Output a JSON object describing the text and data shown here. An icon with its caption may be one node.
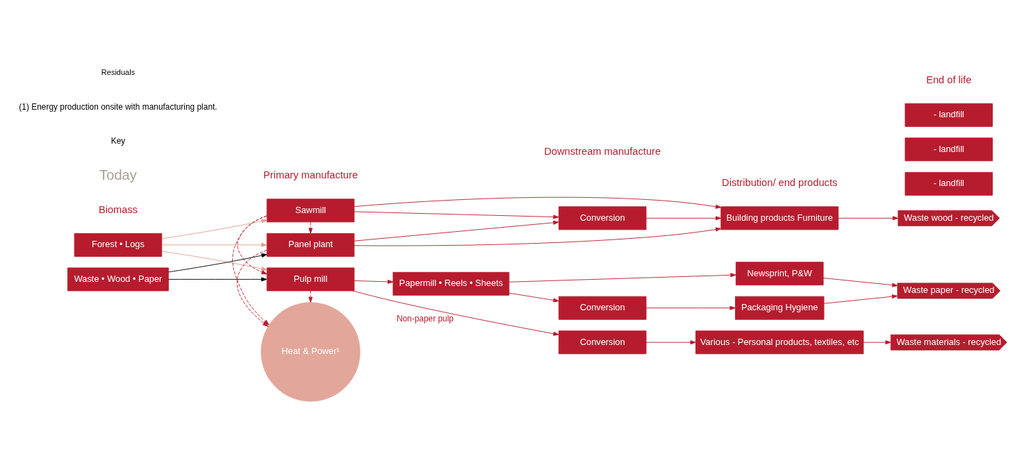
{
  "diagram": {
    "nodes": [
      {
        "text": [
          "Forest • Logs"
        ]
      },
      {
        "text": [
          "Sawmill"
        ]
      },
      {
        "text": [
          "Conversion"
        ]
      },
      {
        "text": [
          "Building products Furniture"
        ]
      },
      {
        "text": [
          "Waste wood - recycled"
        ]
      },
      {
        "text": [
          "- landfill"
        ]
      },
      {
        "text": [
          "Panel plant"
        ]
      },
      {
        "text": [
          "Heat & Power¹"
        ]
      },
      {
        "text": [
          "Papermill • Reels • Sheets"
        ]
      },
      {
        "text": [
          "Newsprint, P&W"
        ]
      },
      {
        "text": [
          "Waste paper - recycled"
        ]
      },
      {
        "text": [
          "- landfill"
        ]
      },
      {
        "text": [
          "Conversion"
        ]
      },
      {
        "text": [
          "Packaging Hygiene"
        ]
      },
      {
        "text": [
          "Waste • Wood • Paper"
        ]
      },
      {
        "text": [
          "Pulp mill"
        ]
      },
      {
        "text": [
          "Conversion"
        ]
      },
      {
        "text": [
          "Various - Personal products, textiles, etc"
        ]
      },
      {
        "text": [
          "Waste materials - recycled"
        ]
      },
      {
        "text": [
          "- landfill"
        ]
      }
    ],
    "edges": [
      {
        "from": 0,
        "to": 1,
        "arrow": "to",
        "color": "#e0a08f"
      },
      {
        "from": 0,
        "to": 6,
        "arrow": "to",
        "color": "#e0a08f"
      },
      {
        "from": 0,
        "to": 15,
        "arrow": "to",
        "color": "#e0a08f"
      },
      {
        "from": 14,
        "to": 6,
        "arrow": "to",
        "color": "#000000"
      },
      {
        "from": 14,
        "to": 15,
        "arrow": "to",
        "color": "#000000"
      },
      {
        "from": 1,
        "to": 2,
        "arrow": "to"
      },
      {
        "from": 1,
        "to": 3,
        "arrow": "to"
      },
      {
        "from": 1,
        "to": 6,
        "arrow": "to",
        "style": "dashed"
      },
      {
        "from": 1,
        "to": 7,
        "arrow": "to",
        "style": "dashed"
      },
      {
        "from": 1,
        "to": 15,
        "arrow": "to",
        "style": "dashed"
      },
      {
        "from": 6,
        "to": 2,
        "arrow": "to"
      },
      {
        "from": 6,
        "to": 3,
        "arrow": "to"
      },
      {
        "from": 6,
        "to": 7,
        "arrow": "to",
        "style": "dashed"
      },
      {
        "from": 15,
        "to": 7,
        "arrow": "to",
        "style": "dashed"
      },
      {
        "from": 15,
        "to": 8,
        "arrow": "to"
      },
      {
        "from": 15,
        "to": 16,
        "label": "Non-paper pulp",
        "arrow": "to"
      },
      {
        "from": 2,
        "to": 3,
        "arrow": "to"
      },
      {
        "from": 3,
        "to": 4,
        "arrow": "to"
      },
      {
        "from": 8,
        "to": 9,
        "arrow": "to"
      },
      {
        "from": 8,
        "to": 12,
        "arrow": "to"
      },
      {
        "from": 12,
        "to": 13,
        "arrow": "to"
      },
      {
        "from": 9,
        "to": 10,
        "arrow": "to"
      },
      {
        "from": 13,
        "to": 10,
        "arrow": "to"
      },
      {
        "from": 16,
        "to": 17,
        "arrow": "to"
      },
      {
        "from": 17,
        "to": 18,
        "arrow": "to"
      }
    ],
    "labels": [
      "Biomass",
      "Primary manufacture",
      "Downstream manufacture",
      "Distribution/ end products",
      "End of life",
      "Today",
      "Key",
      "(1) Energy production onsite with manufacturing plant."
    ],
    "legend": [
      {
        "text": "Residuals"
      }
    ]
  }
}
